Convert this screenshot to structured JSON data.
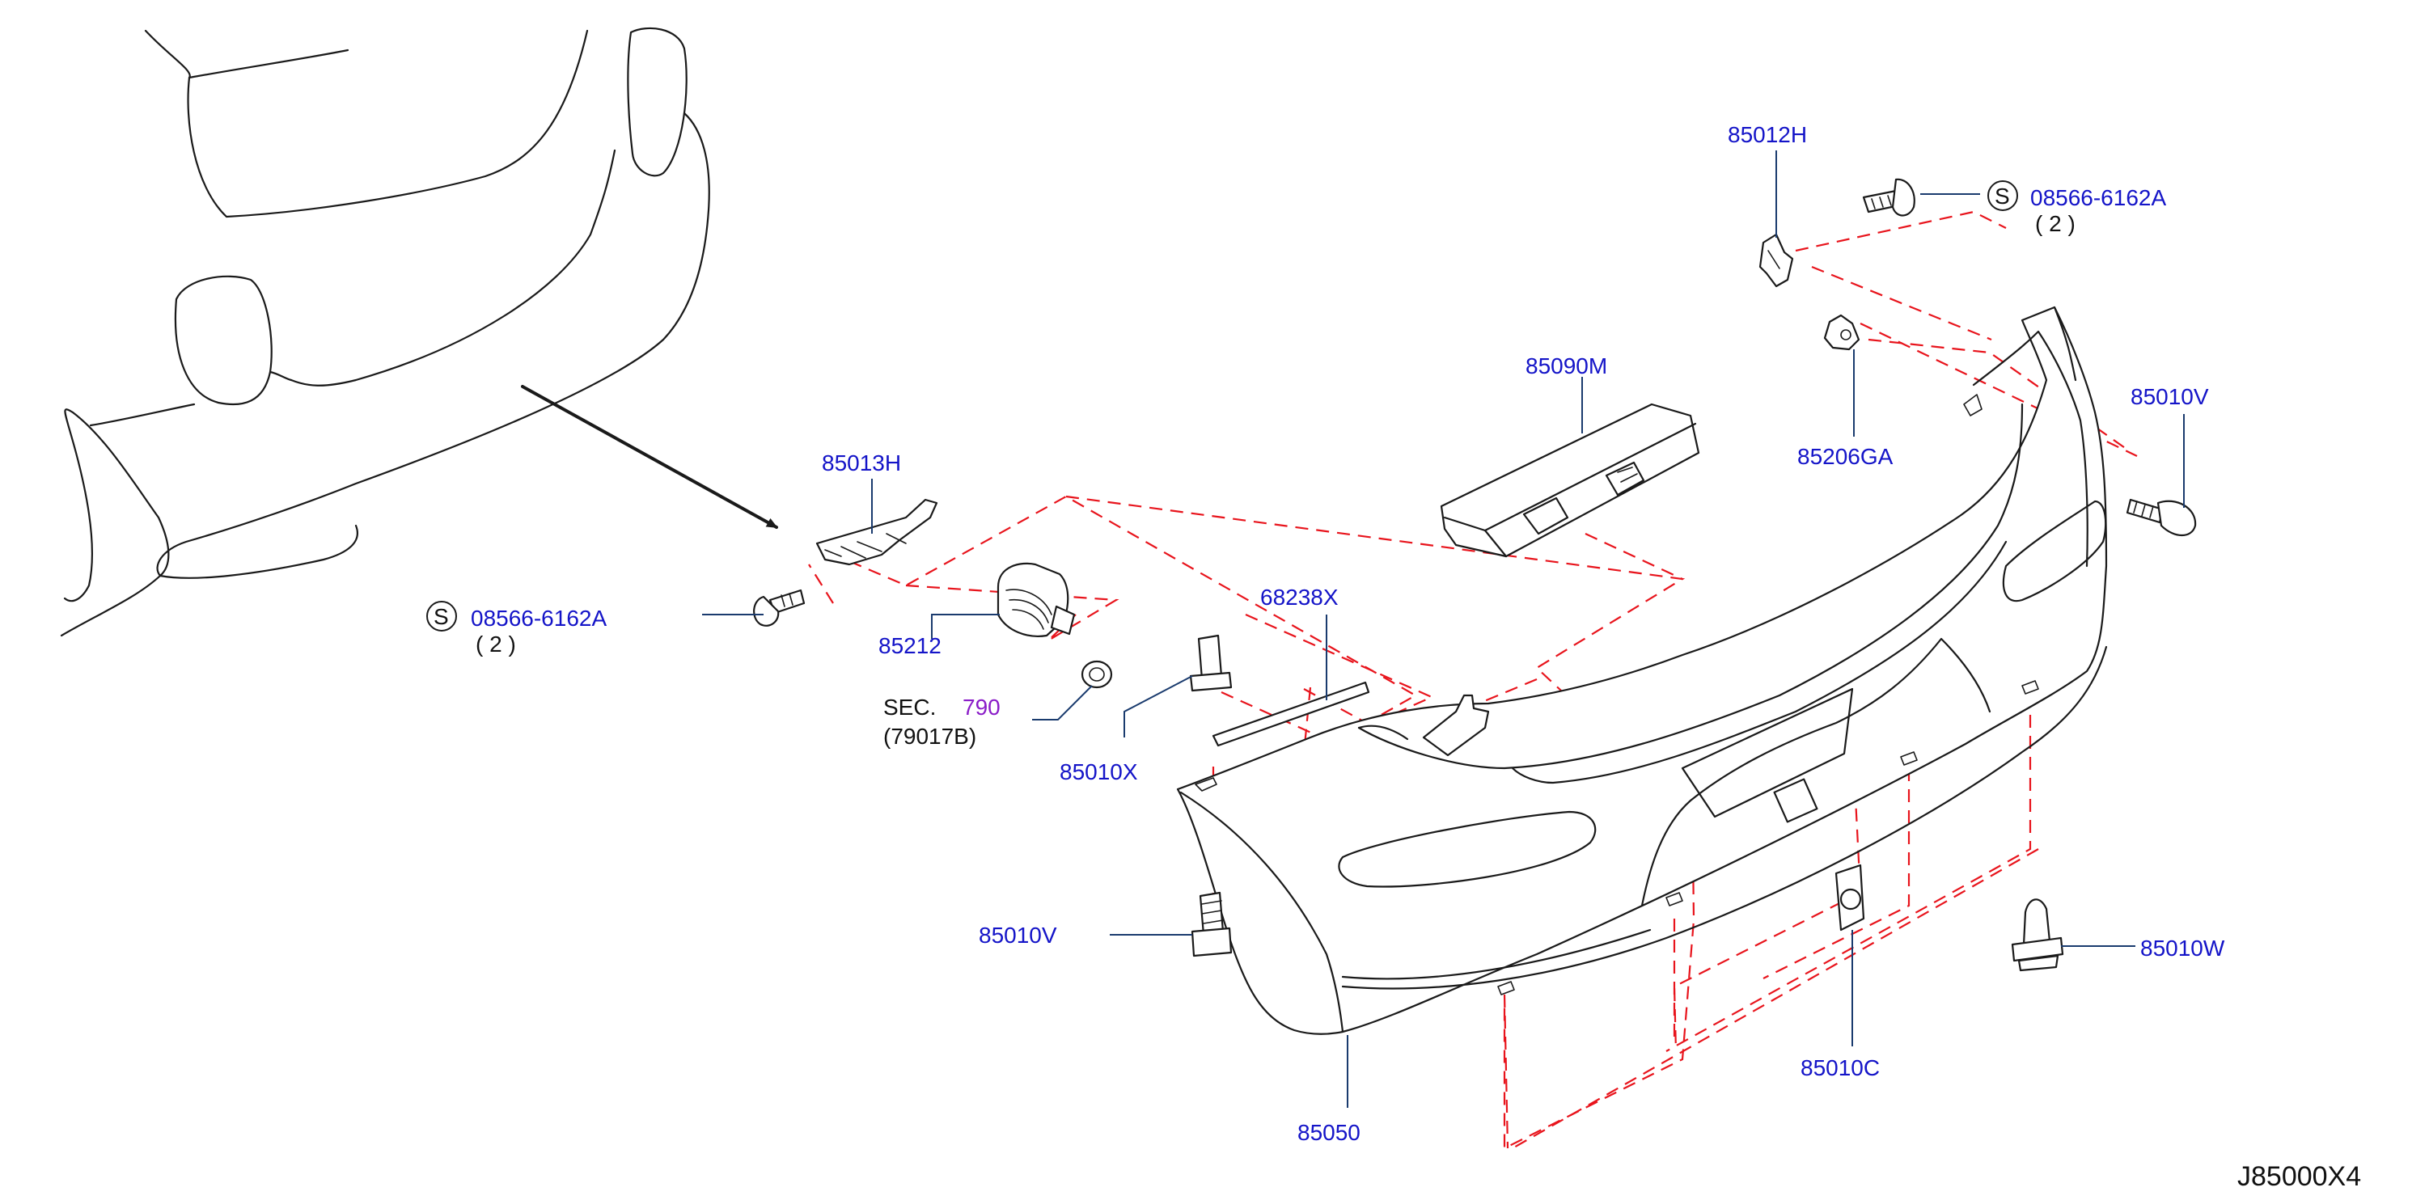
{
  "labels": {
    "p85012H": "85012H",
    "s_top": "S",
    "screw_top": "08566-6162A",
    "qty_top": "( 2 )",
    "p85090M": "85090M",
    "p85206GA": "85206GA",
    "p85010V_right": "85010V",
    "p85013H": "85013H",
    "s_left": "S",
    "screw_left": "08566-6162A",
    "qty_left": "( 2 )",
    "p85212": "85212",
    "sec_prefix": "SEC.",
    "sec_num": "790",
    "sec_sub": "(79017B)",
    "p68238X": "68238X",
    "p85010X": "85010X",
    "p85010V_left": "85010V",
    "p85010W": "85010W",
    "p85010C": "85010C",
    "p85050": "85050",
    "diagram_ref": "J85000X4"
  },
  "colors": {
    "label_blue": "#1414c8",
    "section_purple": "#8a1cc8",
    "dash_red": "#e8141c",
    "line_black": "#1a1a1a"
  }
}
